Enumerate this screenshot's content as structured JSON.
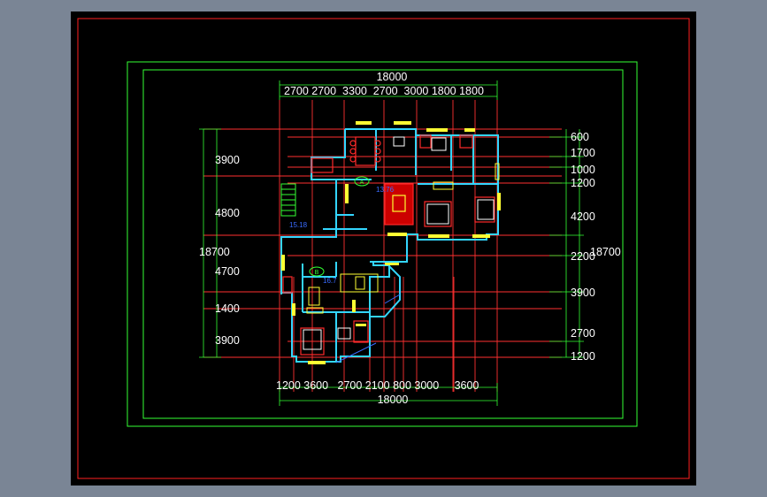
{
  "colors": {
    "background": "#000000",
    "frame": "#ff2020",
    "border": "#33ff33",
    "grid": "#ff3030",
    "wall": "#33d6ff",
    "window": "#ffff33",
    "furniture_red": "#ff2a2a",
    "dim_text": "#ffffff",
    "label_blue": "#3a6cff",
    "axis_tag": "#33ff33"
  },
  "dims": {
    "top_total": "18000",
    "top_segments": "2700 2700  3300  2700  3000 1800 1800",
    "bottom_segments": "1200 3600   2700 2100 800 3000     3600",
    "bottom_total": "18000",
    "left_total": "18700",
    "left": [
      "3900",
      "4800",
      "4700",
      "1400",
      "3900"
    ],
    "right_total": "18700",
    "right": [
      "600",
      "1700",
      "1000",
      "1200",
      "4200",
      "2200",
      "3900",
      "2700",
      "1200"
    ]
  },
  "tags": {
    "a": "A",
    "b": "B"
  },
  "room_labels": [
    "15.18",
    "13.76",
    "16.7"
  ]
}
